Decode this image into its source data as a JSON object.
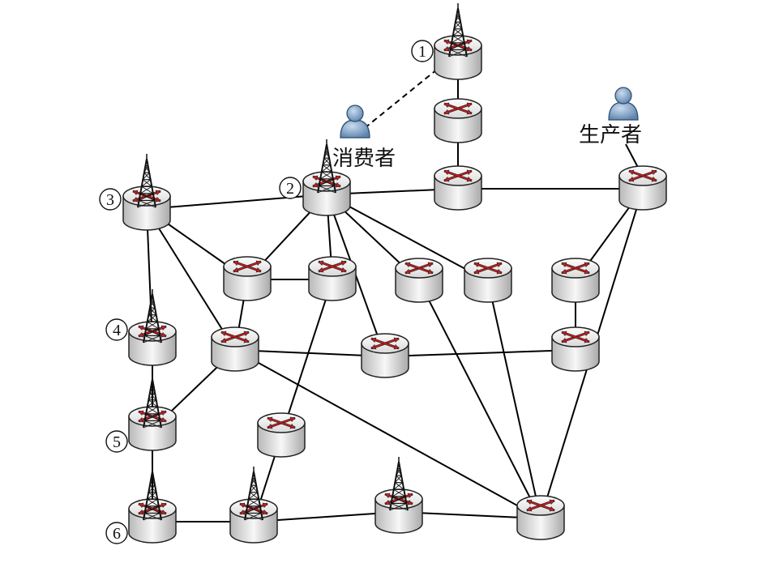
{
  "labels": {
    "consumer": "消费者",
    "producer": "生产者"
  },
  "base_station_numbers": [
    "1",
    "2",
    "3",
    "4",
    "5",
    "6"
  ],
  "colors": {
    "link": "#000000",
    "router_body": "#e6e6e6",
    "router_top": "#f4f4f4",
    "arrow": "#d41a1a",
    "person": "#8aaed2"
  },
  "icons": {
    "router": "router-icon",
    "tower": "antenna-tower-icon",
    "person": "person-icon"
  }
}
